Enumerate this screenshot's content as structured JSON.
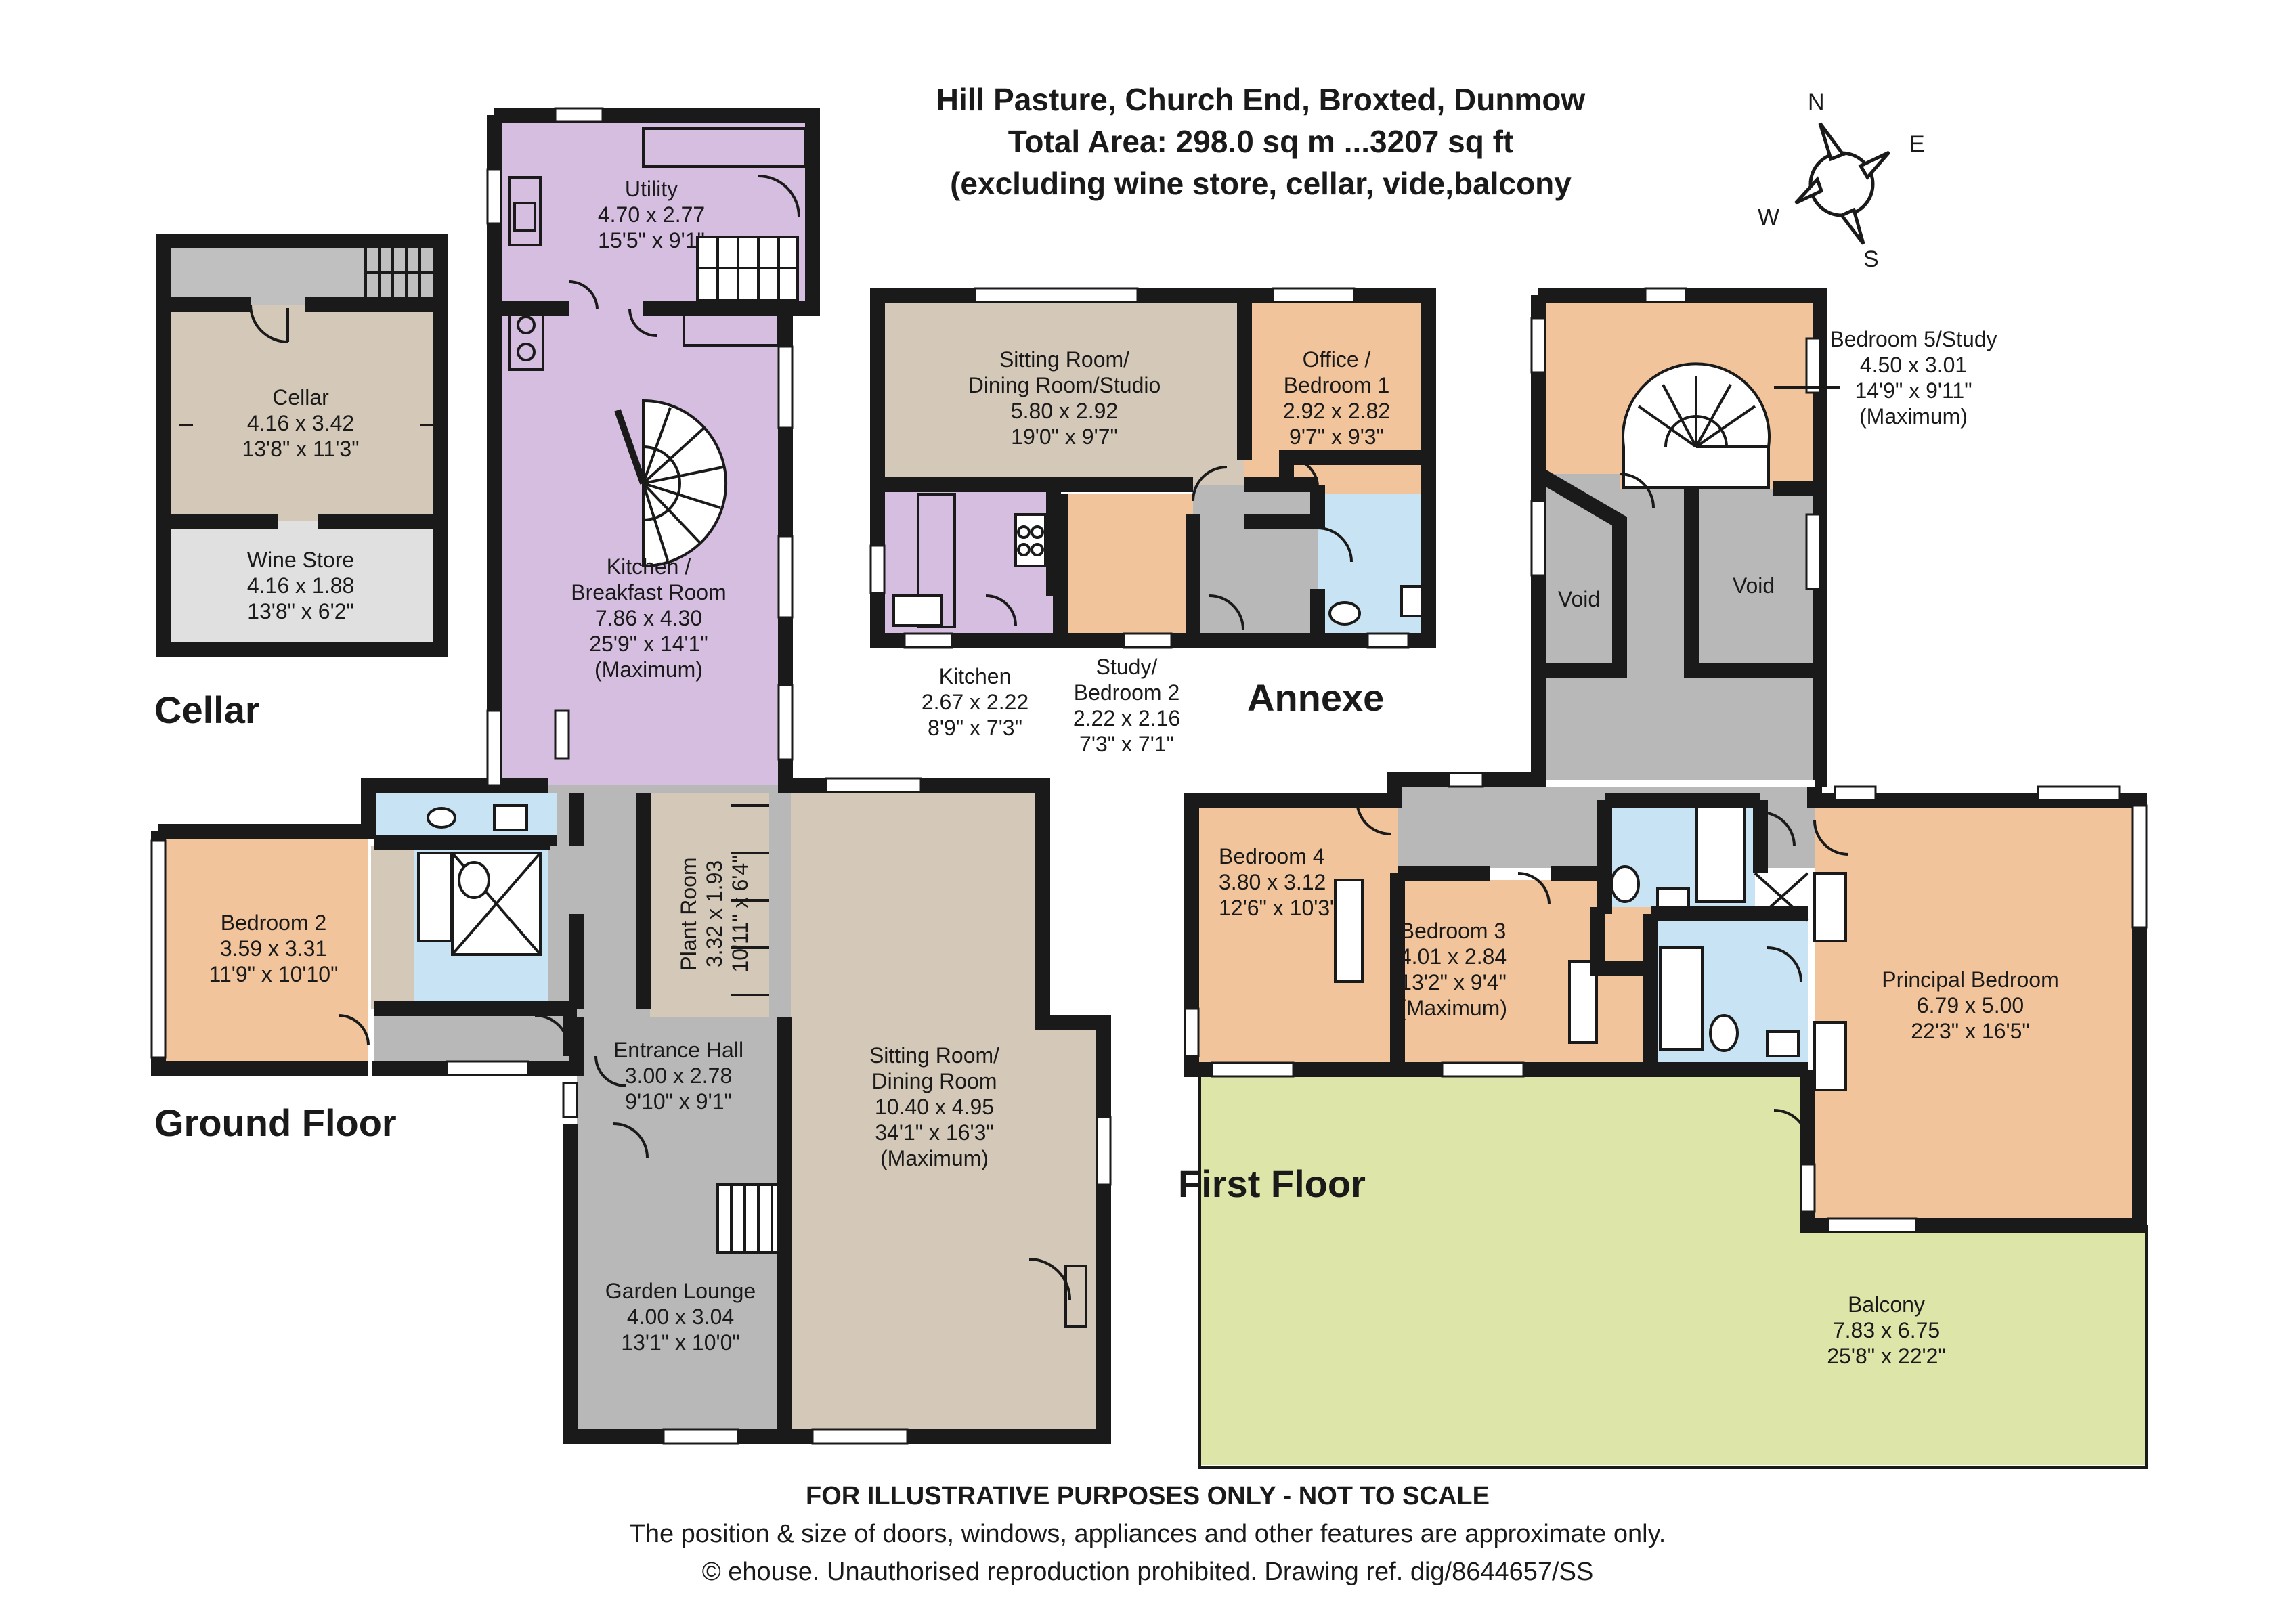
{
  "header": {
    "address": "Hill Pasture, Church End, Broxted, Dunmow",
    "total_area": "Total Area: 298.0 sq m ...3207 sq ft",
    "exclusions": "(excluding wine store, cellar, vide,balcony"
  },
  "compass": {
    "n": "N",
    "e": "E",
    "s": "S",
    "w": "W"
  },
  "colors": {
    "bedroom": "#f2c49b",
    "living": "#d4c8b8",
    "kitchen": "#d6bee0",
    "bathroom": "#c8e4f4",
    "circulation": "#b8b8b8",
    "store": "#e0e0e0",
    "balcony": "#dde5a8",
    "wall": "#1a1a1a"
  },
  "floors": {
    "cellar": "Cellar",
    "ground": "Ground Floor",
    "annexe": "Annexe",
    "first": "First Floor"
  },
  "rooms": {
    "cellar": {
      "name": "Cellar",
      "metric": "4.16 x 3.42",
      "imperial": "13'8\" x 11'3\""
    },
    "wine_store": {
      "name": "Wine Store",
      "metric": "4.16 x 1.88",
      "imperial": "13'8\" x 6'2\""
    },
    "utility": {
      "name": "Utility",
      "metric": "4.70 x 2.77",
      "imperial": "15'5\" x 9'1\""
    },
    "kitchen_breakfast": {
      "name1": "Kitchen /",
      "name2": "Breakfast Room",
      "metric": "7.86 x 4.30",
      "imperial": "25'9\" x 14'1\"",
      "note": "(Maximum)"
    },
    "bedroom2_ground": {
      "name": "Bedroom 2",
      "metric": "3.59 x 3.31",
      "imperial": "11'9\" x 10'10\""
    },
    "plant_room": {
      "name": "Plant Room",
      "metric": "3.32 x 1.93",
      "imperial": "10'11\" x 6'4\""
    },
    "entrance_hall": {
      "name": "Entrance Hall",
      "metric": "3.00 x 2.78",
      "imperial": "9'10\" x 9'1\""
    },
    "garden_lounge": {
      "name": "Garden Lounge",
      "metric": "4.00 x 3.04",
      "imperial": "13'1\" x 10'0\""
    },
    "sitting_dining": {
      "name1": "Sitting Room/",
      "name2": "Dining Room",
      "metric": "10.40 x 4.95",
      "imperial": "34'1\" x 16'3\"",
      "note": "(Maximum)"
    },
    "annexe_sitting": {
      "name1": "Sitting Room/",
      "name2": "Dining Room/Studio",
      "metric": "5.80 x 2.92",
      "imperial": "19'0\" x 9'7\""
    },
    "office_bed1": {
      "name1": "Office /",
      "name2": "Bedroom 1",
      "metric": "2.92 x 2.82",
      "imperial": "9'7\" x 9'3\""
    },
    "annexe_kitchen": {
      "name": "Kitchen",
      "metric": "2.67 x 2.22",
      "imperial": "8'9\" x 7'3\""
    },
    "study_bed2": {
      "name1": "Study/",
      "name2": "Bedroom 2",
      "metric": "2.22 x 2.16",
      "imperial": "7'3\" x 7'1\""
    },
    "bedroom5": {
      "name": "Bedroom 5/Study",
      "metric": "4.50 x 3.01",
      "imperial": "14'9\" x 9'11\"",
      "note": "(Maximum)"
    },
    "void_left": {
      "name": "Void"
    },
    "void_right": {
      "name": "Void"
    },
    "bedroom4": {
      "name": "Bedroom 4",
      "metric": "3.80 x 3.12",
      "imperial": "12'6\" x 10'3\""
    },
    "bedroom3": {
      "name": "Bedroom 3",
      "metric": "4.01 x 2.84",
      "imperial": "13'2\" x 9'4\"",
      "note": "(Maximum)"
    },
    "principal": {
      "name": "Principal Bedroom",
      "metric": "6.79 x 5.00",
      "imperial": "22'3\" x 16'5\""
    },
    "balcony": {
      "name": "Balcony",
      "metric": "7.83 x 6.75",
      "imperial": "25'8\" x 22'2\""
    }
  },
  "footer": {
    "disclaimer": "FOR ILLUSTRATIVE PURPOSES ONLY - NOT TO SCALE",
    "note": "The position & size of doors, windows, appliances and other features are approximate only.",
    "copyright": "© ehouse. Unauthorised reproduction prohibited. Drawing ref. dig/8644657/SS"
  }
}
